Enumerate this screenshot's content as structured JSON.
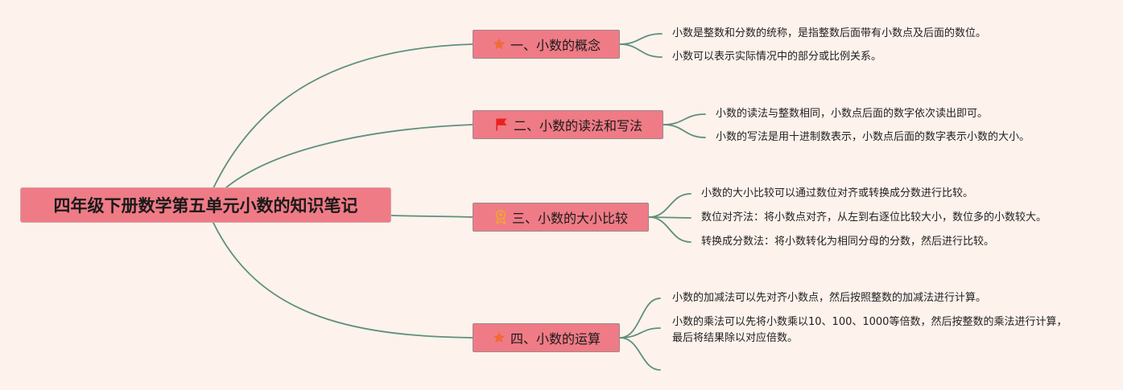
{
  "root": {
    "title": "四年级下册数学第五单元小数的知识笔记"
  },
  "topics": [
    {
      "icon": "star-icon",
      "label": "一、小数的概念",
      "items": [
        "小数是整数和分数的统称，是指整数后面带有小数点及后面的数位。",
        "小数可以表示实际情况中的部分或比例关系。"
      ]
    },
    {
      "icon": "flag-icon",
      "label": "二、小数的读法和写法",
      "items": [
        "小数的读法与整数相同，小数点后面的数字依次读出即可。",
        "小数的写法是用十进制数表示，小数点后面的数字表示小数的大小。"
      ]
    },
    {
      "icon": "award-icon",
      "label": "三、小数的大小比较",
      "items": [
        "小数的大小比较可以通过数位对齐或转换成分数进行比较。",
        "数位对齐法：将小数点对齐，从左到右逐位比较大小，数位多的小数较大。",
        "转换成分数法：将小数转化为相同分母的分数，然后进行比较。"
      ]
    },
    {
      "icon": "star-icon",
      "label": "四、小数的运算",
      "items": [
        "小数的加减法可以先对齐小数点，然后按照整数的加减法进行计算。",
        "小数的乘法可以先将小数乘以10、100、1000等倍数，然后按整数的乘法进行计算，最后将结果除以对应倍数。",
        ""
      ]
    }
  ],
  "colors": {
    "background": "#fdf2ec",
    "node_fill": "#ef7b86",
    "connector": "#5e8f7e",
    "star": "#f06a3a",
    "flag": "#e8231f",
    "award": "#f2a13a"
  }
}
